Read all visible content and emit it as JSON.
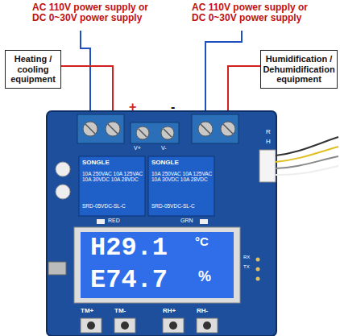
{
  "diagram": {
    "nodes": [
      {
        "text": [
          "Heating / cooling equipment"
        ]
      },
      {
        "text": [
          "Humidification / Dehumidification equipment"
        ]
      }
    ],
    "labels": [
      "AC 110V power supply or DC 0~30V power supply",
      "AC 110V power supply or DC 0~30V power supply",
      "+",
      "-",
      "V+",
      "V-",
      "R",
      "H",
      "SONGLE",
      "10A 250VAC 10A 125VAC 10A 30VDC 10A 28VDC",
      "SRD-05VDC-SL-C",
      "SONGLE",
      "10A 250VAC 10A 125VAC 10A 30VDC 10A 28VDC",
      "SRD-05VDC-SL-C",
      "RED",
      "GRN",
      "H29.1",
      "°C",
      "E74.7",
      "%",
      "RX",
      "TX",
      "TM+",
      "TM-",
      "RH+",
      "RH-"
    ]
  }
}
